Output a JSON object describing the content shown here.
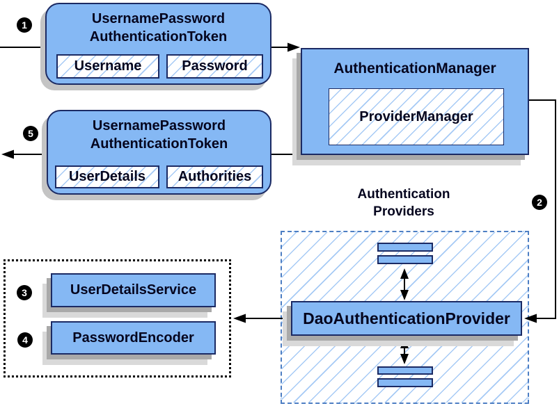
{
  "diagram": {
    "badges": {
      "step1": "1",
      "step2": "2",
      "step3": "3",
      "step4": "4",
      "step5": "5"
    },
    "request_token": {
      "title_line1": "UsernamePassword",
      "title_line2": "AuthenticationToken",
      "field1": "Username",
      "field2": "Password"
    },
    "auth_manager": {
      "title": "AuthenticationManager",
      "inner": "ProviderManager"
    },
    "response_token": {
      "title_line1": "UsernamePassword",
      "title_line2": "AuthenticationToken",
      "field1": "UserDetails",
      "field2": "Authorities"
    },
    "providers_group": {
      "label_line1": "Authentication",
      "label_line2": "Providers",
      "provider": "DaoAuthenticationProvider"
    },
    "services_group": {
      "service1": "UserDetailsService",
      "service2": "PasswordEncoder"
    },
    "colors": {
      "node_fill": "#85b8f4",
      "node_border": "#1b2a63",
      "hatch_line": "#a6caf5",
      "dashed_border": "#4d7ec3",
      "arrow": "#000000",
      "badge_bg": "#000000",
      "badge_fg": "#ffffff"
    }
  }
}
